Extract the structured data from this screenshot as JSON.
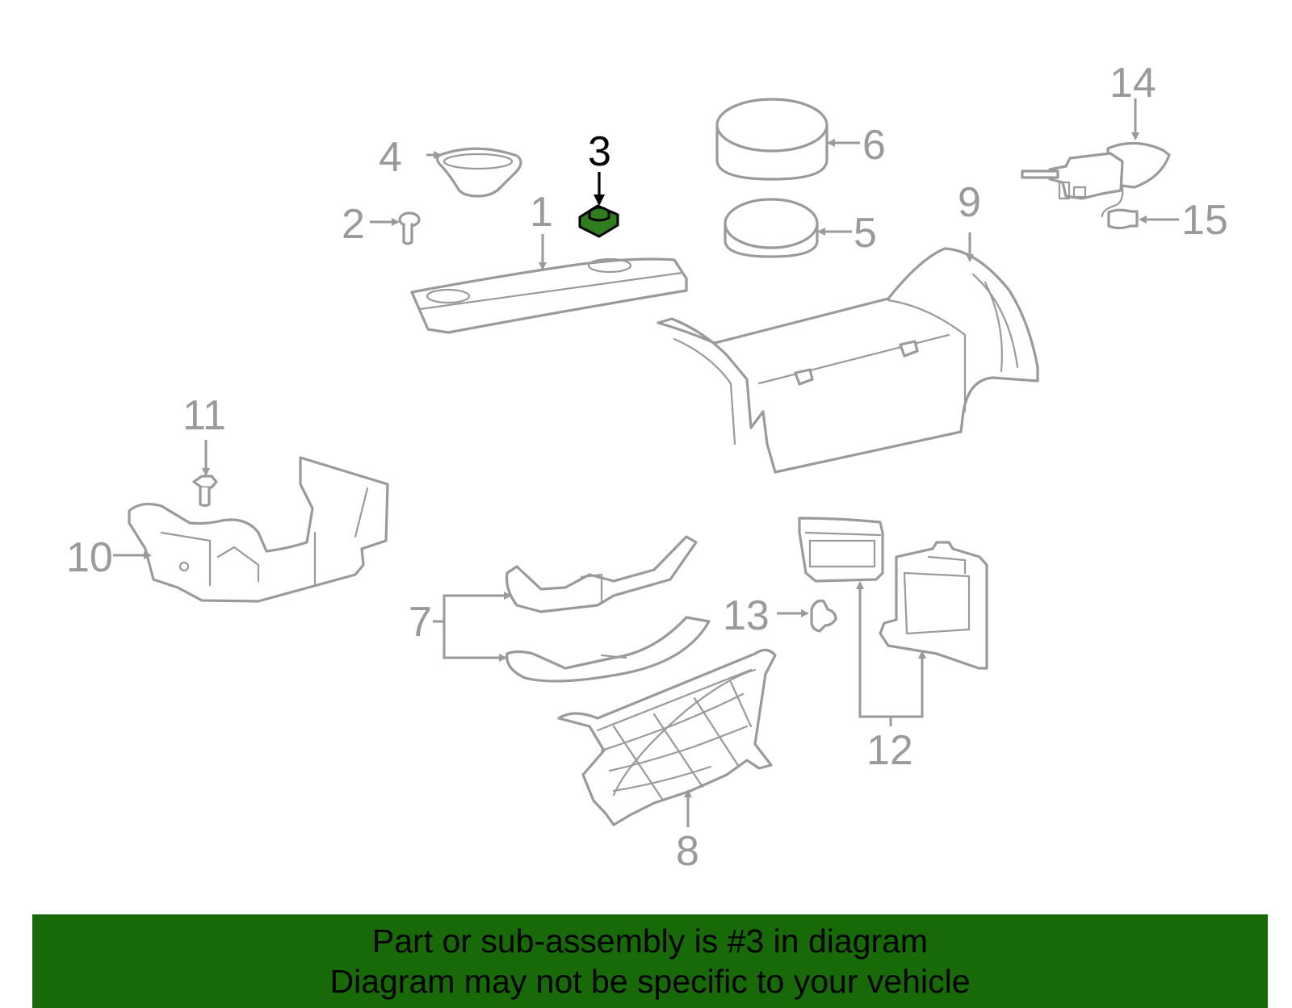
{
  "diagram": {
    "highlight_color": "#2f7d1f",
    "line_color": "#9a9a9a",
    "callouts": {
      "c1": "1",
      "c2": "2",
      "c3": "3",
      "c4": "4",
      "c5": "5",
      "c6": "6",
      "c7": "7",
      "c8": "8",
      "c9": "9",
      "c10": "10",
      "c11": "11",
      "c12": "12",
      "c13": "13",
      "c14": "14",
      "c15": "15"
    }
  },
  "banner": {
    "background": "#186a08",
    "line1": "Part or sub-assembly is #3 in diagram",
    "line2": "Diagram may not be specific to your vehicle"
  }
}
